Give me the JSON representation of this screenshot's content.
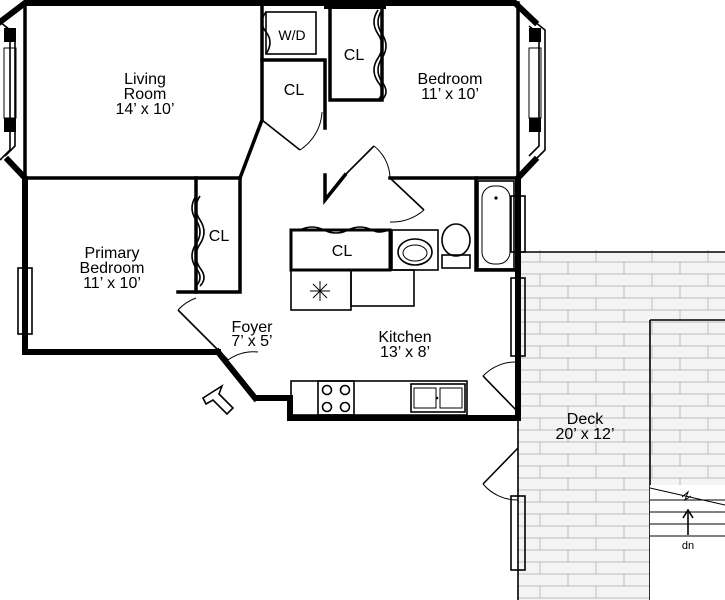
{
  "rooms": {
    "living_room": {
      "name_line1": "Living",
      "name_line2": "Room",
      "size": "14’ x 10’"
    },
    "bedroom": {
      "name": "Bedroom",
      "size": "11’ x 10’"
    },
    "primary_bedroom": {
      "name_line1": "Primary",
      "name_line2": "Bedroom",
      "size": "11’ x 10’"
    },
    "foyer": {
      "name": "Foyer",
      "size": "7’ x 5’"
    },
    "kitchen": {
      "name": "Kitchen",
      "size": "13’ x 8’"
    },
    "deck": {
      "name": "Deck",
      "size": "20’ x 12’"
    }
  },
  "closets": {
    "closet_top": "CL",
    "closet_hall": "CL",
    "closet_primary": "CL",
    "closet_kitchen": "CL"
  },
  "fixtures": {
    "washer_dryer": "W/D",
    "stairs_down": "dn"
  }
}
